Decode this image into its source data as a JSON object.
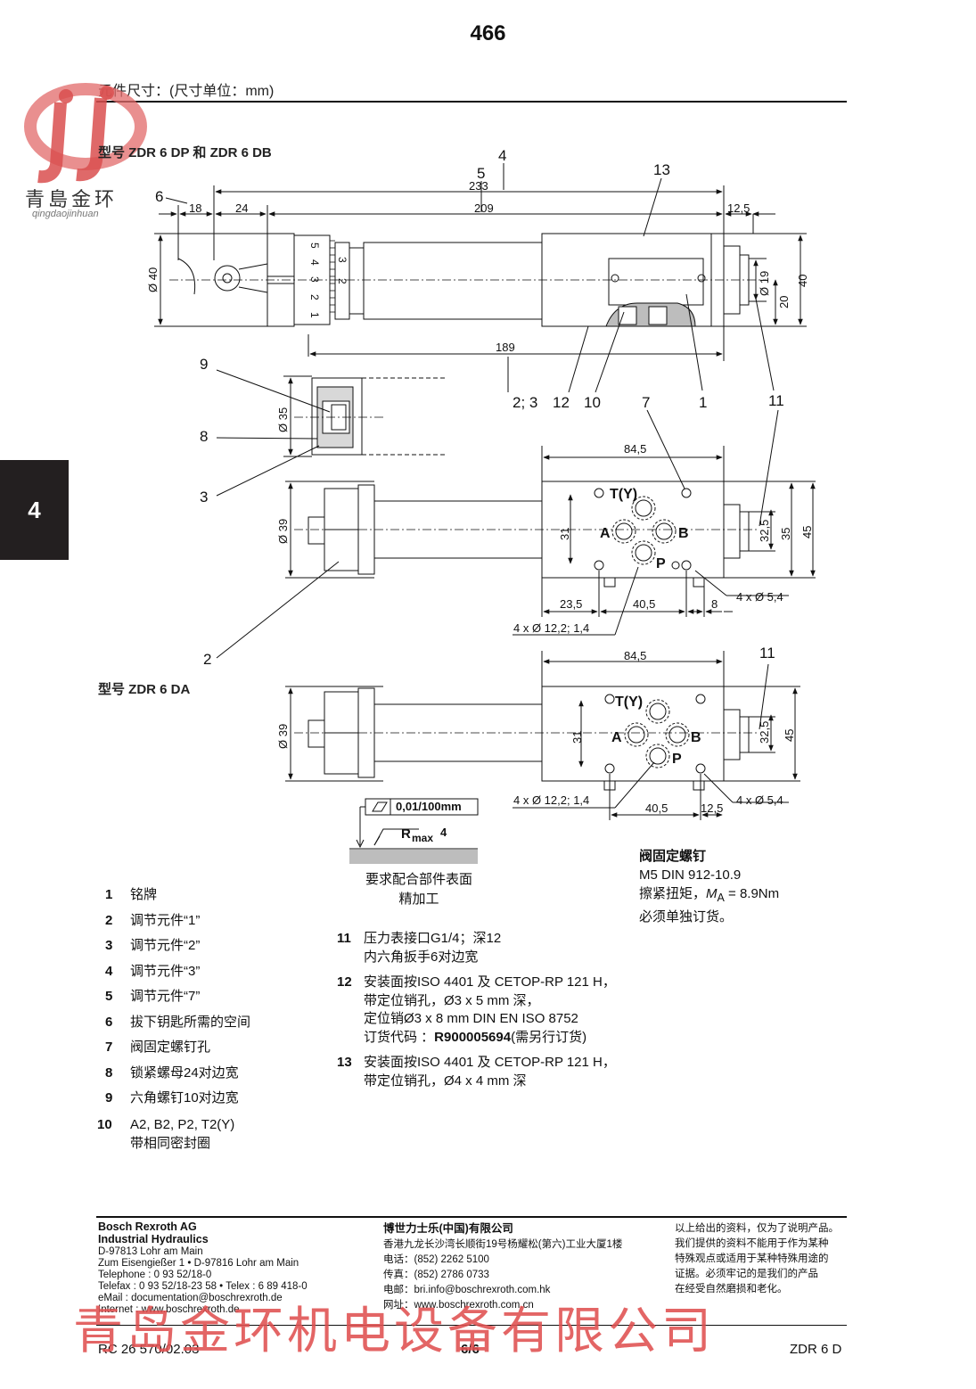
{
  "page_number": "466",
  "header": {
    "title": "元件尺寸：(尺寸单位：mm)"
  },
  "side_tab": "4",
  "logo": {
    "text": "青島金环",
    "sub": "qingdaojinhuan"
  },
  "subtitle_top": "型号 ZDR 6 DP 和 ZDR 6 DB",
  "subtitle_mid": "型号 ZDR 6 DA",
  "drawing": {
    "dims": {
      "d233": "233",
      "d209": "209",
      "d18": "18",
      "d24": "24",
      "d12_5": "12,5",
      "d189": "189",
      "d84_5": "84,5",
      "d23_5": "23,5",
      "d40_5": "40,5",
      "d8": "8",
      "d40v": "40",
      "d19": "Ø 19",
      "d20": "20",
      "dia40": "Ø 40",
      "dia35": "Ø 35",
      "dia39": "Ø 39",
      "d31": "31",
      "d32_5": "32,5",
      "d35": "35",
      "d45": "45",
      "d4x5_4": "4 x Ø 5,4",
      "d4x12": "4 x Ø 12,2; 1,4",
      "d12_5b": "12,5"
    },
    "callouts": {
      "c4": "4",
      "c5": "5",
      "c6": "6",
      "c13": "13",
      "c9": "9",
      "c8": "8",
      "c3": "3",
      "c2": "2",
      "c23": "2; 3",
      "c12": "12",
      "c10": "10",
      "c7": "7",
      "c1": "1",
      "c11": "11",
      "c11b": "11"
    },
    "ports": {
      "T": "T(Y)",
      "A": "A",
      "B": "B",
      "P": "P"
    },
    "knob_scale": [
      "5",
      "4",
      "3",
      "2",
      "1"
    ],
    "knob_digits": [
      "3",
      "2"
    ],
    "flatness": "0,01/100mm",
    "rmax": "R",
    "rmax_sub": "max",
    "rmax_val": "4",
    "surface_note": [
      "要求配合部件表面",
      "精加工"
    ]
  },
  "fastener": {
    "title": "阀固定螺钉",
    "line1": "M5 DIN 912-10.9",
    "line2_pre": "擦紧扭矩，",
    "line2_m": "M",
    "line2_sub": "A",
    "line2_post": " = 8.9Nm",
    "line3": "必须单独订货。"
  },
  "legend": [
    {
      "n": "1",
      "text": "铭牌"
    },
    {
      "n": "2",
      "text": "调节元件“1”"
    },
    {
      "n": "3",
      "text": "调节元件“2”"
    },
    {
      "n": "4",
      "text": "调节元件“3”"
    },
    {
      "n": "5",
      "text": "调节元件“7”"
    },
    {
      "n": "6",
      "text": "拔下钥匙所需的空间"
    },
    {
      "n": "7",
      "text": "阀固定螺钉孔"
    },
    {
      "n": "8",
      "text": "锁紧螺母24对边宽"
    },
    {
      "n": "9",
      "text": "六角螺钉10对边宽"
    },
    {
      "n": "10",
      "text": "A2, B2, P2, T2(Y)",
      "text2": "带相同密封圈"
    }
  ],
  "notes": [
    {
      "n": "11",
      "lines": [
        "压力表接口G1/4；深12",
        "内六角扳手6对边宽"
      ]
    },
    {
      "n": "12",
      "lines": [
        "安装面按ISO 4401 及 CETOP-RP 121 H，",
        "带定位销孔，Ø3 x 5 mm 深，",
        "定位销Ø3 x 8 mm DIN EN ISO 8752"
      ],
      "order_pre": "订货代码 ：",
      "order_code": "R900005694",
      "order_post": "(需另行订货)"
    },
    {
      "n": "13",
      "lines": [
        "安装面按ISO 4401 及 CETOP-RP 121 H，",
        "带定位销孔，Ø4 x 4 mm 深"
      ]
    }
  ],
  "footer": {
    "col1": {
      "company": "Bosch Rexroth AG",
      "division": "Industrial Hydraulics",
      "lines": [
        "D-97813 Lohr am Main",
        "Zum Eisengießer 1 • D-97816 Lohr am Main",
        "Telephone : 0 93 52/18-0",
        "Telefax   : 0 93 52/18-23 58 • Telex : 6 89 418-0",
        "eMail     : documentation@boschrexroth.de",
        "Internet  : www.boschrexroth.de"
      ]
    },
    "col2": {
      "company": "博世力士乐(中国)有限公司",
      "lines": [
        "香港九龙长沙湾长顺街19号杨耀松(第六)工业大厦1楼",
        "电话：(852) 2262 5100",
        "传真：(852) 2786 0733",
        "电邮：bri.info@boschrexroth.com.hk",
        "网址：www.boschrexroth.com.cn"
      ]
    },
    "col3": {
      "lines": [
        "以上给出的资料，仅为了说明产品。",
        "我们提供的资料不能用于作为某种",
        "特殊观点或适用于某种特殊用途的",
        "证据。必须牢记的是我们的产品",
        "在经受自然磨损和老化。"
      ]
    },
    "doc_code": "RC 26 570/02.03",
    "page": "6/6",
    "product": "ZDR 6 D"
  },
  "watermark": "青岛金环机电设备有限公司",
  "colors": {
    "watermark": "#e05050",
    "ink": "#111111",
    "side_tab": "#231f20",
    "shade": "#bdbdbd"
  }
}
